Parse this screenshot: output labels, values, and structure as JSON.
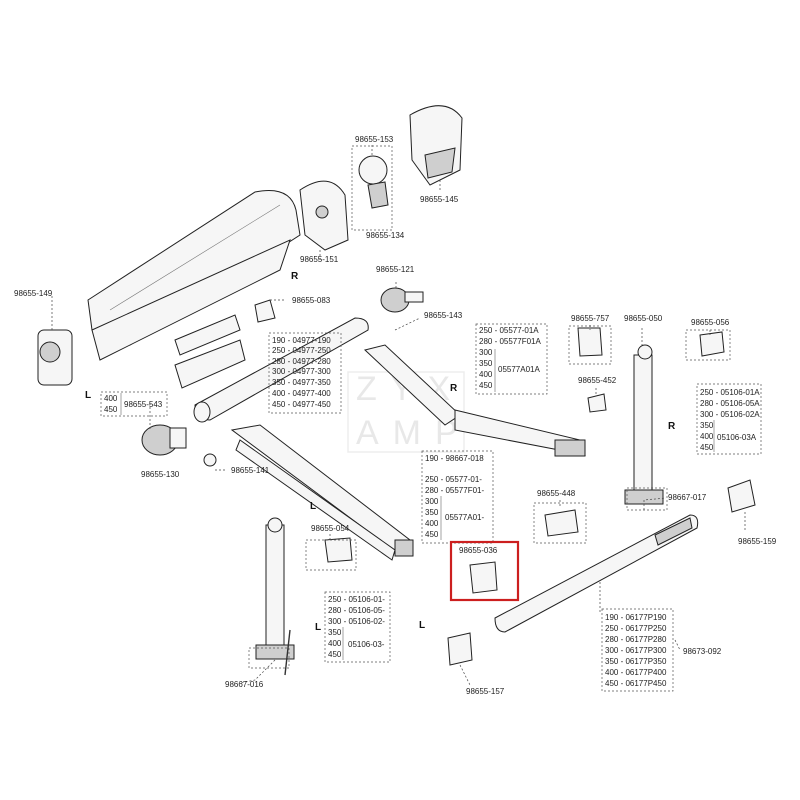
{
  "watermark": {
    "line1": "ZYX",
    "line2": "AMP"
  },
  "labels": [
    "98655-149",
    "98655-153",
    "98655-145",
    "98655-134",
    "98655-151",
    "98655-121",
    "98655-083",
    "98655-143",
    "98655-757",
    "98655-050",
    "98655-056",
    "98655-452",
    "98655-130",
    "98655-141",
    "98655-448",
    "98667-017",
    "98655-054",
    "98655-159",
    "98655-036",
    "98673-092",
    "98667-016",
    "98655-157"
  ],
  "side_markers": [
    "R",
    "L",
    "R",
    "R",
    "L",
    "L",
    "L"
  ],
  "tables": {
    "t543": {
      "sizes": [
        "400",
        "450"
      ],
      "code": "98655-543"
    },
    "t04977": [
      "190 - 04977-190",
      "250 - 04977-250",
      "280 - 04977-280",
      "300 - 04977-300",
      "350 - 04977-350",
      "400 - 04977-400",
      "450 - 04977-450"
    ],
    "t05577r": {
      "rows": [
        "250 - 05577-01A",
        "280 - 05577F01A"
      ],
      "sizes": [
        "300",
        "350",
        "400",
        "450"
      ],
      "code": "05577A01A"
    },
    "t05106r": {
      "rows": [
        "250 - 05106-01A",
        "280 - 05106-05A",
        "300 - 05106-02A"
      ],
      "sizes": [
        "350",
        "400",
        "450"
      ],
      "code": "05106-03A"
    },
    "t05577l": {
      "rows": [
        "190 - 98667-018",
        "250 - 05577-01-",
        "280 - 05577F01-"
      ],
      "sizes": [
        "300",
        "350",
        "400",
        "450"
      ],
      "code": "05577A01-"
    },
    "t05106l": {
      "rows": [
        "250 - 05106-01-",
        "280 - 05106-05-",
        "300 - 05106-02-"
      ],
      "sizes": [
        "350",
        "400",
        "450"
      ],
      "code": "05106-03-"
    },
    "t06177": [
      "190 - 06177P190",
      "250 - 06177P250",
      "280 - 06177P280",
      "300 - 06177P300",
      "350 - 06177P350",
      "400 - 06177P400",
      "450 - 06177P450"
    ]
  },
  "colors": {
    "highlight": "#cc1f1f",
    "brand_stripe": "#c81d1d"
  }
}
